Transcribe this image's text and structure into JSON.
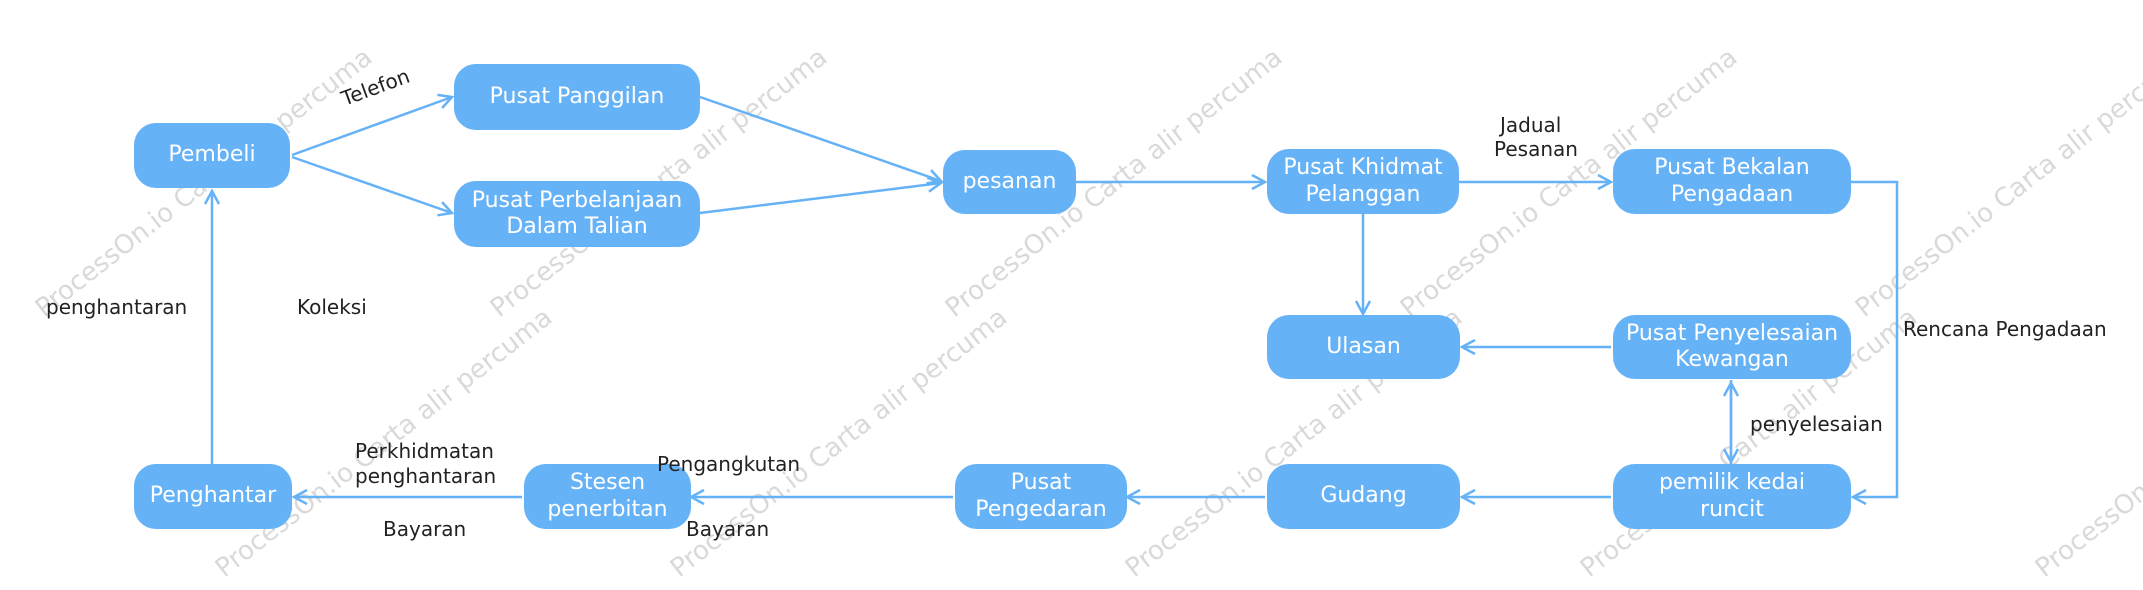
{
  "colors": {
    "node_fill": "#66b2f7",
    "node_text": "#ffffff",
    "arrow": "#66b2f7",
    "label_text": "#222222",
    "watermark": "#c9c9c9"
  },
  "nodes": {
    "pembeli": {
      "label": "Pembeli"
    },
    "pusat_panggilan": {
      "label": "Pusat Panggilan"
    },
    "pusat_perbelanjaan": {
      "line1": "Pusat Perbelanjaan",
      "line2": "Dalam Talian"
    },
    "pesanan": {
      "label": "pesanan"
    },
    "pusat_khidmat": {
      "line1": "Pusat Khidmat",
      "line2": "Pelanggan"
    },
    "pusat_bekalan": {
      "line1": "Pusat Bekalan",
      "line2": "Pengadaan"
    },
    "ulasan": {
      "label": "Ulasan"
    },
    "pusat_penyelesaian": {
      "line1": "Pusat Penyelesaian",
      "line2": "Kewangan"
    },
    "pemilik_kedai": {
      "line1": "pemilik kedai",
      "line2": "runcit"
    },
    "gudang": {
      "label": "Gudang"
    },
    "pusat_pengedaran": {
      "line1": "Pusat",
      "line2": "Pengedaran"
    },
    "stesen_penerbitan": {
      "line1": "Stesen",
      "line2": "penerbitan"
    },
    "penghantar": {
      "label": "Penghantar"
    }
  },
  "edge_labels": {
    "telefon": "Telefon",
    "jadual_pesanan_1": "Jadual",
    "jadual_pesanan_2": "Pesanan",
    "rencana_pengadaan": "Rencana Pengadaan",
    "penyelesaian": "penyelesaian",
    "pengangkutan": "Pengangkutan",
    "bayaran_1": "Bayaran",
    "perkhidmatan_1": "Perkhidmatan",
    "perkhidmatan_2": "penghantaran",
    "bayaran_2": "Bayaran",
    "penghantaran": "penghantaran",
    "koleksi": "Koleksi"
  },
  "watermark": {
    "text": "ProcessOn.io Carta alir percuma"
  }
}
